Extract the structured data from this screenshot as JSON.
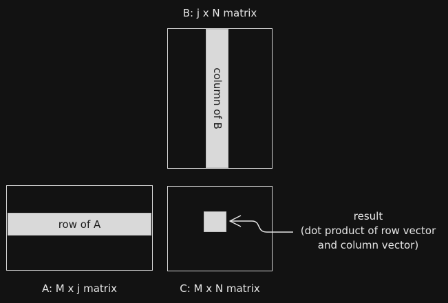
{
  "matrix_b": {
    "title": "B: j x N matrix",
    "band_label": "column of B"
  },
  "matrix_a": {
    "title": "A: M x j matrix",
    "band_label": "row of A"
  },
  "matrix_c": {
    "title": "C: M x N matrix"
  },
  "result": {
    "line1": "result",
    "line2": "(dot product of row vector",
    "line3": "and column vector)"
  },
  "colors": {
    "background": "#121212",
    "outline": "#d8d8d8",
    "band_fill": "#d9d9d9",
    "text": "#e6e6e6"
  }
}
